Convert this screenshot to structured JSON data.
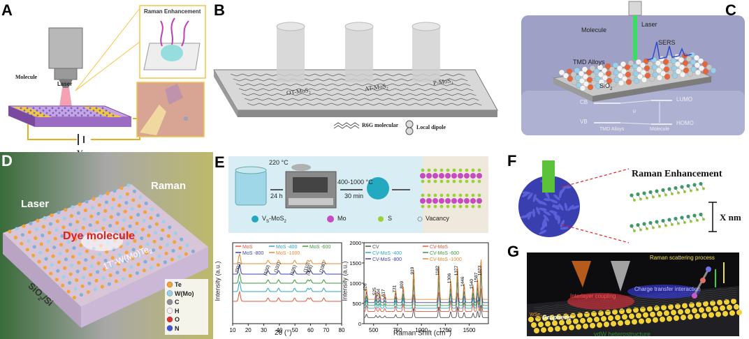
{
  "panels": {
    "a": {
      "letter": "A",
      "inset_title": "Raman Enhancement",
      "molecule": "Molecule",
      "laser": "Laser",
      "vg": "V",
      "vg_sub": "g"
    },
    "b": {
      "letter": "B",
      "labels": [
        "OT-MoS",
        "AT-MoS",
        "P-MoS"
      ],
      "label_sub": "2",
      "legend_r6g": "R6G molecular",
      "legend_dipole": "Local dipole"
    },
    "c": {
      "letter": "C",
      "laser": "Laser",
      "molecule": "Molecule",
      "sers": "SERS",
      "tmd": "TMD Alloys",
      "sio2": "SiO",
      "sio2_sub": "2",
      "cb": "CB",
      "vb": "VB",
      "lumo": "LUMO",
      "homo": "HOMO",
      "mu1": "μ",
      "tmd_bottom": "TMD Alloys",
      "molecule_bottom": "Molecule"
    },
    "d": {
      "letter": "D",
      "laser": "Laser",
      "raman": "Raman",
      "dye": "Dye molecule",
      "material": "1T'-W(Mo)Te",
      "material_sub": "2",
      "substrate": "SiO",
      "substrate_sub": "2",
      "substrate_tail": "/Si",
      "legend": [
        {
          "label": "Te",
          "color": "#f2a43a"
        },
        {
          "label": "W(Mo)",
          "color": "#9ad0e8"
        },
        {
          "label": "C",
          "color": "#8f8f8f"
        },
        {
          "label": "H",
          "color": "#f0f0f0"
        },
        {
          "label": "O",
          "color": "#e03030"
        },
        {
          "label": "N",
          "color": "#3b55d6"
        }
      ]
    },
    "e": {
      "letter": "E",
      "temp1": "220 °C",
      "time1": "24 h",
      "temp2": "400-1000 °C",
      "time2": "30 min",
      "legend_vs": "V",
      "legend_vs_sub": "S",
      "legend_vs_tail": "-MoS",
      "legend_mo": "Mo",
      "legend_s": "S",
      "legend_vacancy": "Vacancy"
    },
    "f": {
      "letter": "F",
      "title": "Raman Enhancement",
      "xnm": "X nm"
    },
    "g": {
      "letter": "G",
      "process": "Raman scattering process",
      "interlayer": "Interlayer coupling",
      "charge": "Charge transfer interaction",
      "graphene": "Graphene",
      "ws2": "WSe",
      "hetero": "vdW heterostructure"
    }
  },
  "chart_data": [
    {
      "type": "line",
      "xlabel": "2θ (°)",
      "ylabel": "Intensity (a.u.)",
      "xlim": [
        10,
        80
      ],
      "xticks": [
        10,
        20,
        30,
        40,
        50,
        60,
        70,
        80
      ],
      "series": [
        {
          "name": "MoS2",
          "color": "#e8553a"
        },
        {
          "name": "MoS2-400",
          "color": "#2aa4c8"
        },
        {
          "name": "MoS2-600",
          "color": "#3b9a3b"
        },
        {
          "name": "MoS2-800",
          "color": "#3c3fa8"
        },
        {
          "name": "MoS2-1000",
          "color": "#e98a2a"
        }
      ],
      "legend_labels": [
        "MoS",
        "MoS -400",
        "MoS -600",
        "MoS -800",
        "MoS -1000"
      ],
      "peak_labels": [
        "(002)",
        "(100)",
        "(103)",
        "(105)",
        "(110)",
        "(008)",
        "(108)"
      ],
      "peak_positions": [
        14.4,
        32.7,
        39.5,
        49.8,
        58.3,
        60.1,
        68.5
      ]
    },
    {
      "type": "line",
      "xlabel": "Raman Shift (cm",
      "xlabel_sup": "-1",
      "ylabel": "Intensity (a.u.)",
      "xlim": [
        400,
        1700
      ],
      "ylim": [
        0,
        2000
      ],
      "xticks": [
        500,
        750,
        1000,
        1250,
        1500
      ],
      "yticks": [
        0,
        500,
        1000,
        1500,
        2000
      ],
      "series": [
        {
          "name": "CV",
          "color": "#4c4c4c"
        },
        {
          "name": "CV-MoS2",
          "color": "#e8553a"
        },
        {
          "name": "CV-MoS2-400",
          "color": "#2aa4c8"
        },
        {
          "name": "CV-MoS2-600",
          "color": "#3b9a3b"
        },
        {
          "name": "CV-MoS2-800",
          "color": "#3c3fa8"
        },
        {
          "name": "CV-MoS2-1000",
          "color": "#e98a2a"
        }
      ],
      "legend_labels": [
        "CV",
        "CV-MoS",
        "CV-MoS -400",
        "CV-MoS -600",
        "CV-MoS -800",
        "CV-MoS -1000"
      ],
      "peak_labels": [
        "426",
        "525",
        "564",
        "617",
        "731",
        "809",
        "919",
        "1182",
        "1306",
        "1377",
        "1446",
        "1540",
        "1587",
        "1623"
      ],
      "peak_positions": [
        426,
        525,
        564,
        617,
        731,
        809,
        919,
        1182,
        1306,
        1377,
        1446,
        1540,
        1587,
        1623
      ]
    }
  ]
}
